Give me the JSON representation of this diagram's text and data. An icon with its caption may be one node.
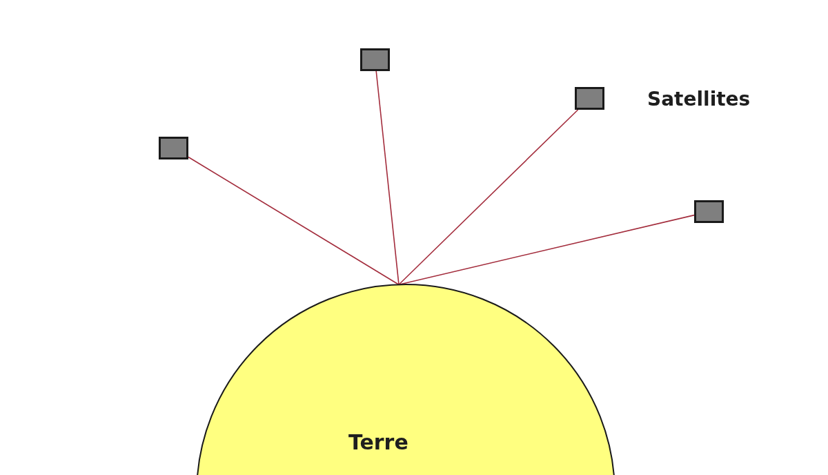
{
  "diagram": {
    "nodes": [
      {
        "text": [],
        "shape": "box"
      },
      {
        "text": [],
        "shape": "box"
      },
      {
        "text": [],
        "shape": "box"
      },
      {
        "text": [],
        "shape": "box"
      },
      {
        "text": [
          "Terre"
        ]
      }
    ],
    "edges": [
      {
        "from": 0,
        "to": 4,
        "arrow": "none"
      },
      {
        "from": 1,
        "to": 4,
        "arrow": "none"
      },
      {
        "from": 2,
        "to": 4,
        "arrow": "none"
      },
      {
        "from": 3,
        "to": 4,
        "arrow": "none"
      }
    ],
    "labels": [
      "Satellites"
    ]
  }
}
